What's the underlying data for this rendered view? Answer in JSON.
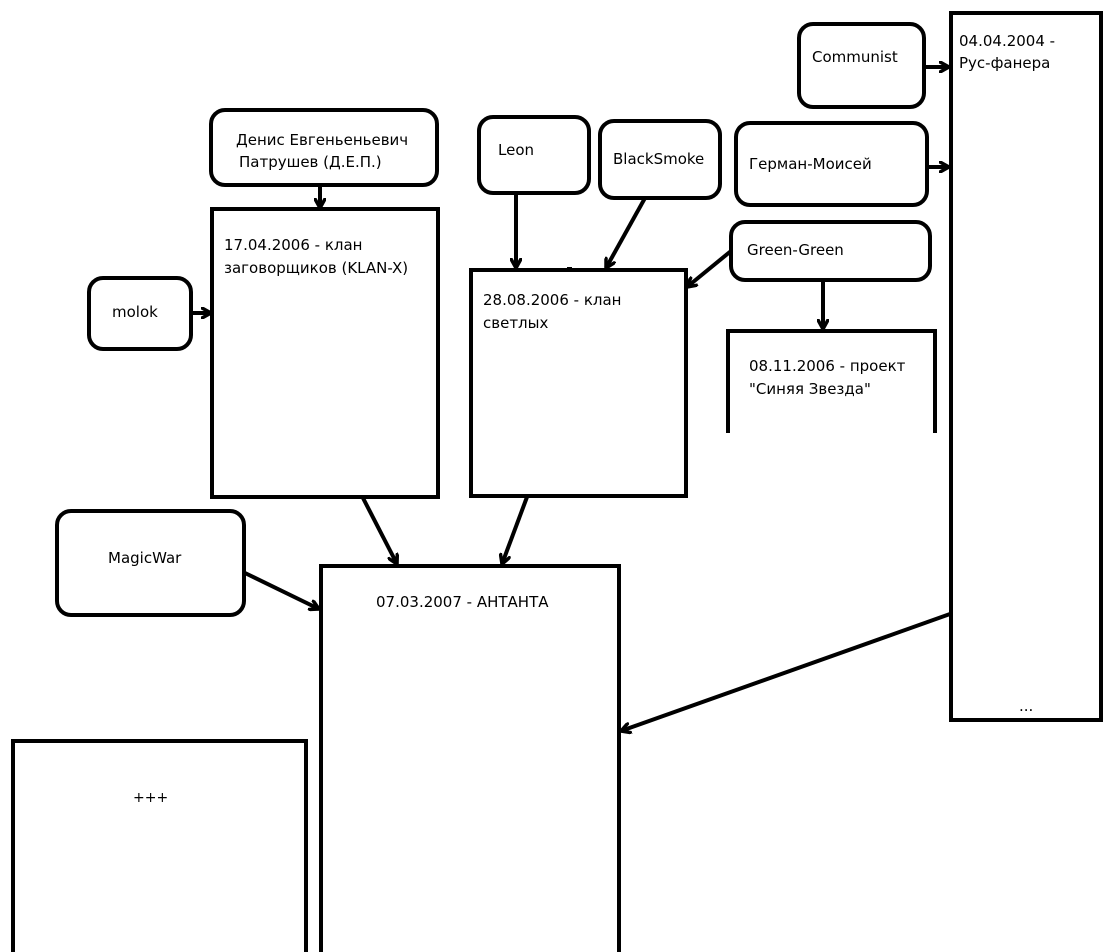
{
  "colors": {
    "background": "#ffffff",
    "stroke": "#000000",
    "text": "#000000"
  },
  "people": {
    "dep": "Денис Евгеньеньевич Патрушев (Д.Е.П.)",
    "dep_line1": "Денис Евгеньеньевич",
    "dep_line2": "Патрушев (Д.Е.П.)",
    "molok": "molok",
    "leon": "Leon",
    "blacksmoke": "BlackSmoke",
    "communist": "Communist",
    "german_moisei": "Герман-Моисей",
    "green_green": "Green-Green",
    "magicwar": "MagicWar"
  },
  "groups": {
    "klan_x": "17.04.2006 - клан заговорщиков (KLAN-X)",
    "klan_x_line1": "17.04.2006 - клан",
    "klan_x_line2": "заговорщиков (KLAN-X)",
    "svetlye": "28.08.2006 - клан светлых",
    "svetlye_line1": "28.08.2006 - клан",
    "svetlye_line2": "светлых",
    "sinyaya_zvezda": "08.11.2006 - проект \"Синяя Звезда\"",
    "sinyaya_zvezda_line1": "08.11.2006 - проект",
    "sinyaya_zvezda_line2": "\"Синяя Звезда\"",
    "rus_fanera": "04.04.2004 - Рус-фанера",
    "rus_fanera_line1": "04.04.2004 -",
    "rus_fanera_line2": "Рус-фанера",
    "rus_fanera_more": "...",
    "antanta": "07.03.2007 - АНТАНТА",
    "other": "+++"
  }
}
